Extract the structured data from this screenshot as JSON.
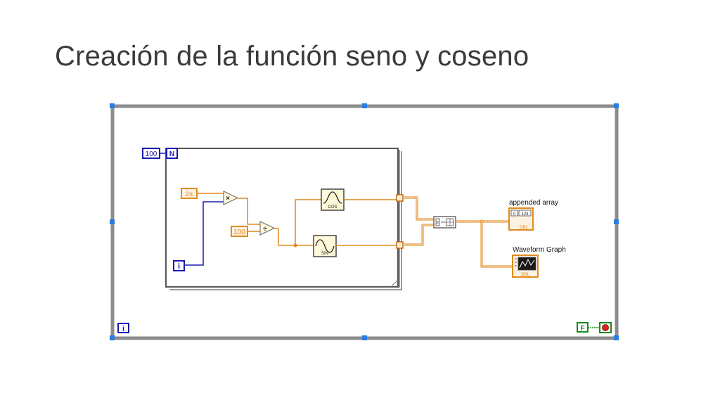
{
  "slide": {
    "title": "Creación de la función seno y coseno"
  },
  "colors": {
    "while_loop_border": "#8c8c8c",
    "for_loop_border": "#555555",
    "integer_wire": "#1a1ab0",
    "double_wire": "#e08a1e",
    "double_fill": "#fdf1e0",
    "boolean_wire": "#1a8a1a",
    "stop_red": "#e02020",
    "handle_blue": "#2a7de1"
  },
  "diagram": {
    "loop_count_constant": "100",
    "loop_count_terminal": "N",
    "for_iteration_terminal": "i",
    "while_iteration_terminal": "i",
    "two_pi_constant": "2π",
    "divisor_constant": "100",
    "multiply_symbol": "×",
    "divide_symbol": "÷",
    "cos_label": "COS",
    "sin_label": "SIN",
    "appended_array_label": "appended array",
    "appended_array_index": "0",
    "appended_array_value": "123",
    "waveform_graph_label": "Waveform Graph",
    "indicator_type_tag": "DBL",
    "stop_constant": "F"
  }
}
